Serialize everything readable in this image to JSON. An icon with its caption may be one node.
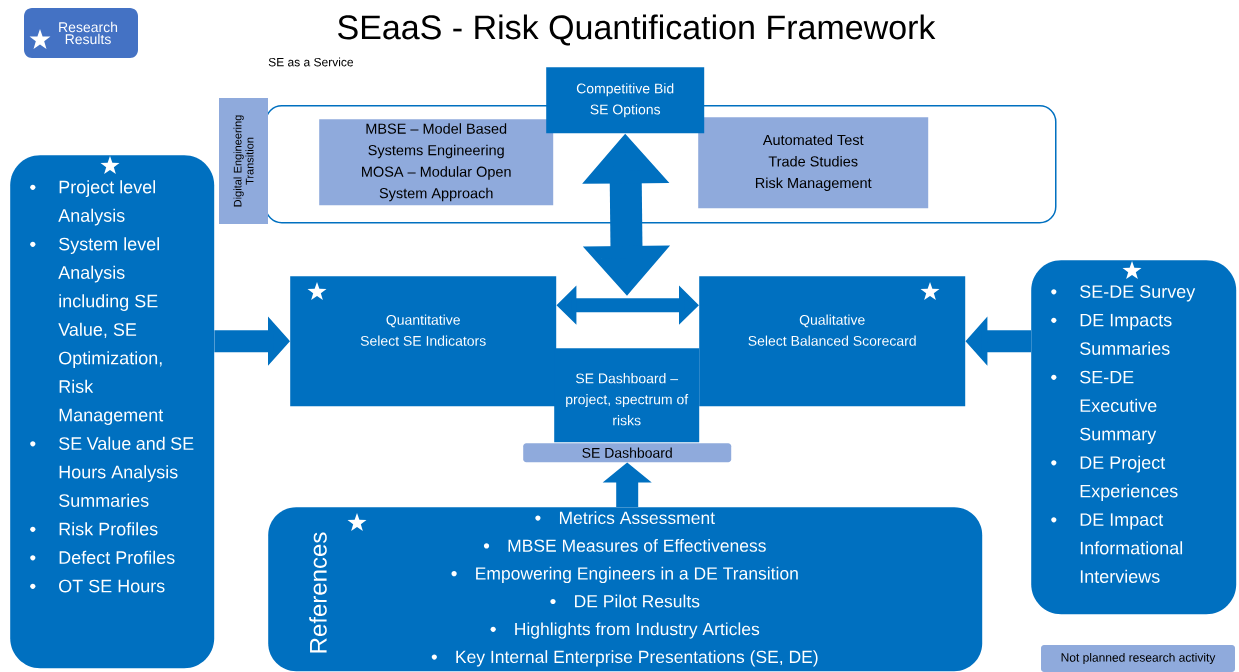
{
  "diagram": {
    "title": "SEaaS - Risk Quantification Framework",
    "nodes": [
      {
        "text": [
          "Digital Engineering Transition"
        ]
      },
      {
        "text": [
          "MBSE – Model Based Systems Engineering",
          "MOSA – Modular Open System Approach"
        ],
        "in": 0
      },
      {
        "text": [
          "Competitive Bid",
          "SE Options"
        ]
      },
      {
        "text": [
          "Automated Test",
          "Trade Studies",
          "Risk Management"
        ],
        "in": 0
      },
      {
        "text": [
          "Project level Analysis",
          "System level Analysis including SE Value, SE Optimization, Risk Management",
          "SE Value and SE Hours Analysis Summaries",
          "Risk Profiles",
          "Defect Profiles",
          "OT SE Hours"
        ]
      },
      {
        "text": [
          "Quantitative",
          "Select SE Indicators"
        ]
      },
      {
        "text": [
          "Qualitative",
          "Select Balanced Scorecard"
        ]
      },
      {
        "text": [
          "SE Dashboard – project, spectrum of risks"
        ]
      },
      {
        "text": [
          "SE Dashboard"
        ]
      },
      {
        "text": [
          "References",
          "Metrics Assessment",
          "MBSE Measures of Effectiveness",
          "Empowering Engineers in a DE Transition",
          "DE Pilot Results",
          "Highlights from Industry Articles",
          "Key Internal Enterprise Presentations (SE, DE)"
        ]
      },
      {
        "text": [
          "SE-DE Survey",
          "DE Impacts Summaries",
          "SE-DE Executive Summary",
          "DE Project Experiences",
          "DE Impact Informational Interviews"
        ]
      }
    ],
    "edges": [
      {
        "from": 4,
        "to": 5,
        "arrow": "to"
      },
      {
        "from": 10,
        "to": 6,
        "arrow": "to"
      },
      {
        "from": 9,
        "to": 8,
        "arrow": "to"
      },
      {
        "from": 2,
        "to": null,
        "arrow": "both"
      },
      {
        "from": 5,
        "to": 6,
        "arrow": "both"
      }
    ],
    "labels": [
      "SE as a Service"
    ],
    "legend": [
      {
        "text": "Research Results"
      },
      {
        "text": "Not planned research activity",
        "color": "#8faadc"
      }
    ]
  }
}
